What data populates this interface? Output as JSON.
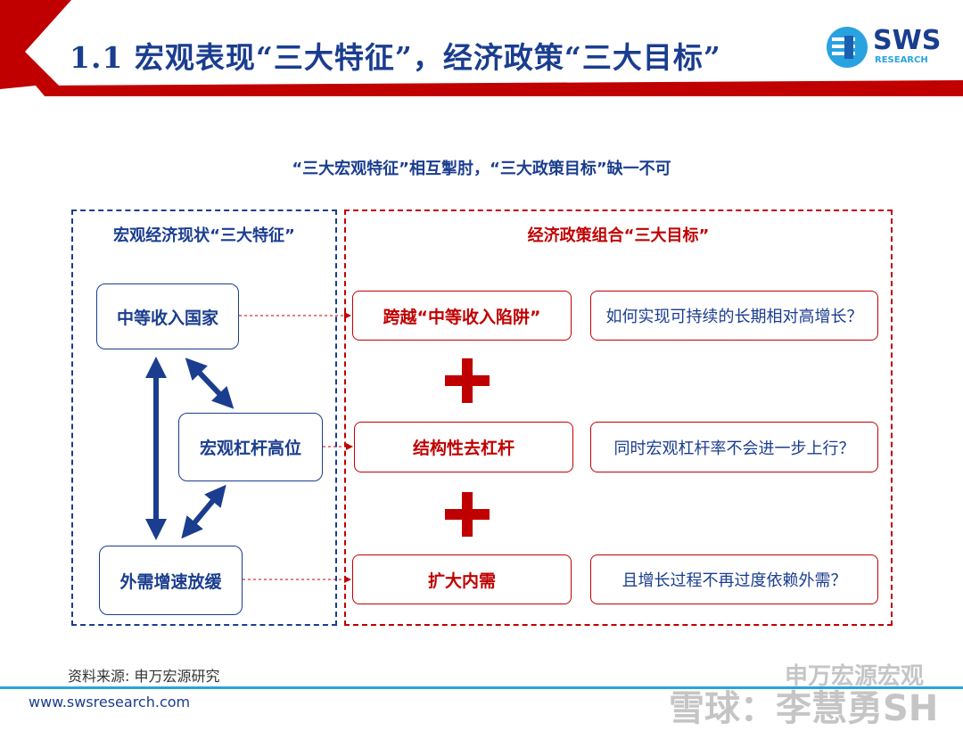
{
  "header": {
    "title": "1.1 宏观表现“三大特征”，经济政策“三大目标”",
    "logo_text": "SWS",
    "logo_subtext": "RESEARCH",
    "accent_red": "#c00000",
    "accent_blue": "#1a3d8f"
  },
  "diagram": {
    "subtitle": "“三大宏观特征”相互掣肘，“三大政策目标”缺一不可",
    "left_panel": {
      "title": "宏观经济现状“三大特征”",
      "items": [
        "中等收入国家",
        "宏观杠杆高位",
        "外需增速放缓"
      ]
    },
    "right_panel": {
      "title": "经济政策组合“三大目标”",
      "goals": [
        "跨越“中等收入陷阱”",
        "结构性去杠杆",
        "扩大内需"
      ],
      "questions": [
        "如何实现可持续的长期相对高增长？",
        "同时宏观杠杆率不会进一步上行？",
        "且增长过程不再过度依赖外需？"
      ]
    }
  },
  "footer": {
    "source": "资料来源: 申万宏源研究",
    "url": "www.swsresearch.com"
  },
  "watermark": {
    "line1": "申万宏源宏观",
    "line2": "雪球：李慧勇SH"
  }
}
